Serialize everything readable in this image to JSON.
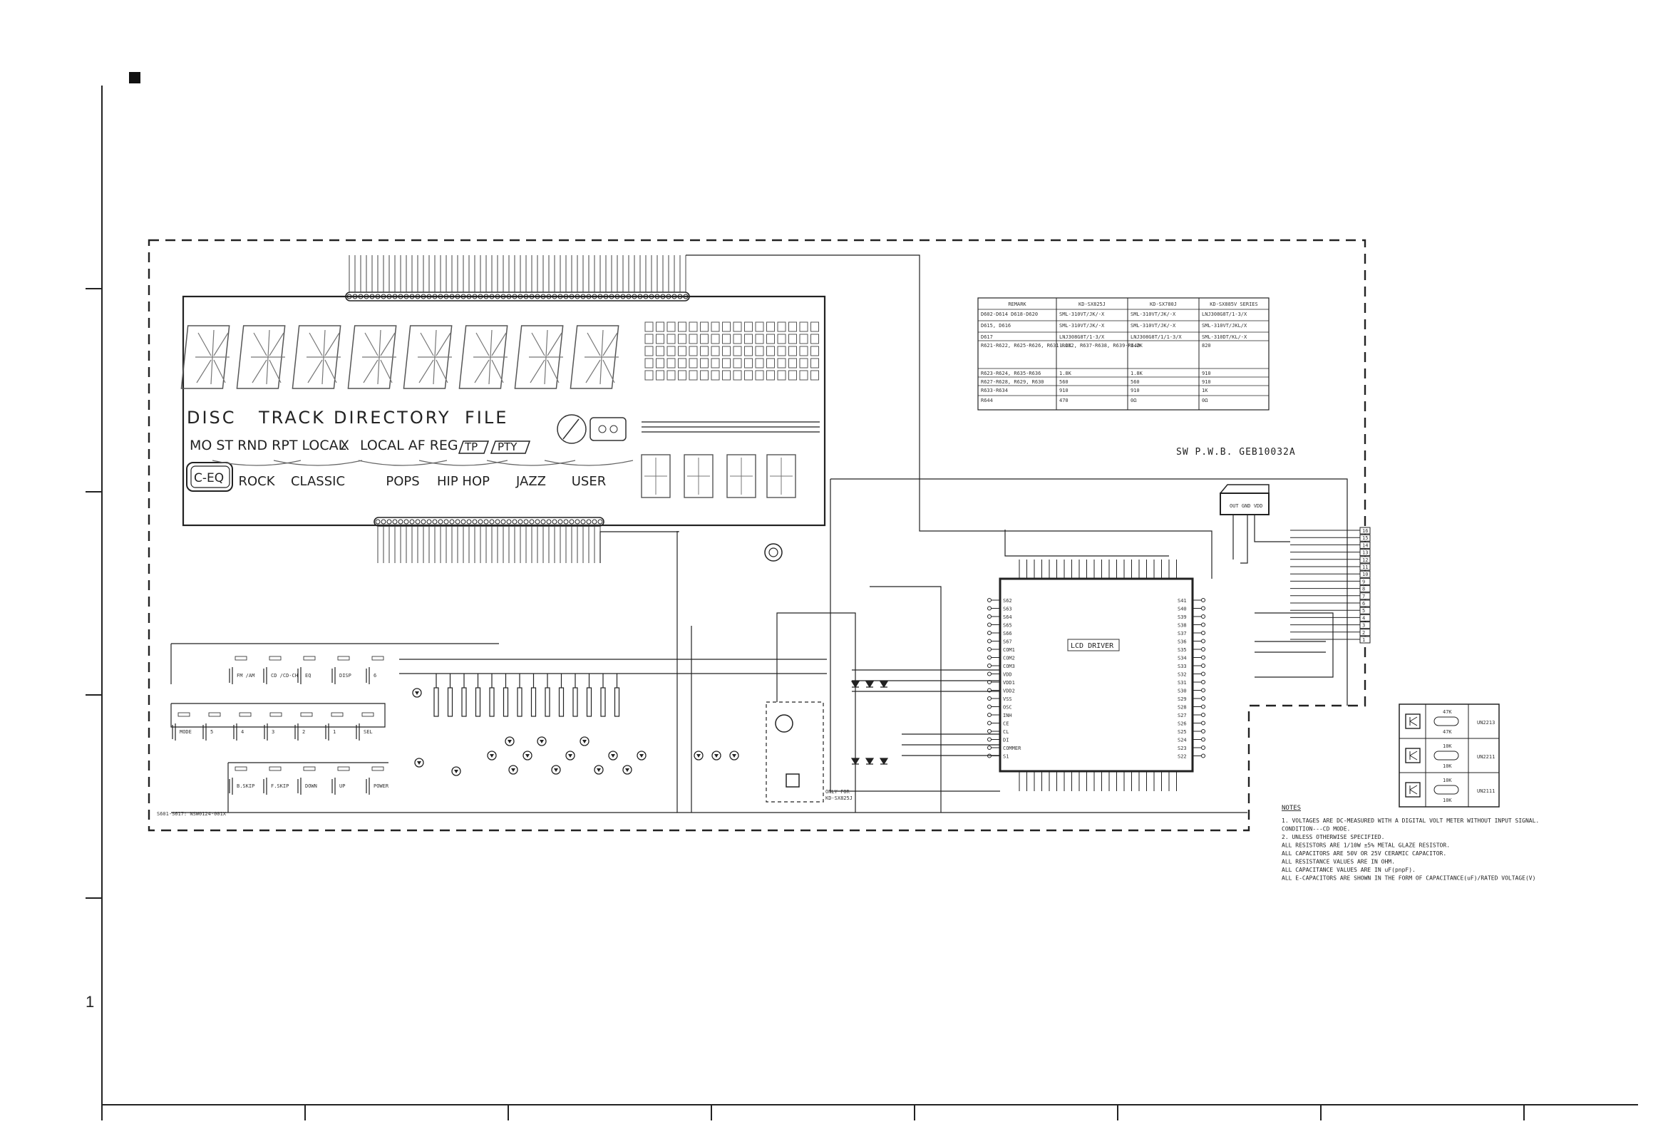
{
  "page": {
    "zone_number": "1"
  },
  "lcd": {
    "labels_row1": [
      "DISC",
      "TRACK",
      "DIRECTORY",
      "FILE"
    ],
    "labels_row2": "MO ST RND RPT LOCAL",
    "labels_row2b": "LOCAL AF REG",
    "badge_tp": "TP",
    "badge_pty": "PTY",
    "ceq": "C-EQ",
    "eq_modes": [
      "ROCK",
      "CLASSIC",
      "POPS",
      "HIP HOP",
      "JAZZ",
      "USER"
    ]
  },
  "table": {
    "headers": [
      "REMARK",
      "KD-SX825J",
      "KD-SX780J",
      "KD-SX885V SERIES"
    ],
    "rows": [
      [
        "D602-D614  D618-D620",
        "SML-310VT/JK/-X",
        "SML-310VT/JK/-X",
        "LNJ308G8T/1-3/X"
      ],
      [
        "D615, D616",
        "SML-310VT/JK/-X",
        "SML-310VT/JK/-X",
        "SML-310VT/JKL/X"
      ],
      [
        "D617",
        "LNJ308G8T/1-3/X",
        "LNJ308G8T/1/1-3/X",
        "SML-310DT/KL/-X"
      ],
      [
        "R621-R622, R625-R626, R631-R632, R637-R638, R639-R640",
        "1.2K",
        "1.2K",
        "820"
      ],
      [
        "R623-R624, R635-R636",
        "1.8K",
        "1.8K",
        "910"
      ],
      [
        "R627-R628, R629, R630",
        "560",
        "560",
        "910"
      ],
      [
        "R633-R634",
        "910",
        "910",
        "1K"
      ],
      [
        "R644",
        "470",
        "0Ω",
        "0Ω"
      ]
    ]
  },
  "pwb_label": "SW P.W.B. GEB10032A",
  "lcd_driver": "LCD DRIVER",
  "transistor_table": {
    "rows": [
      {
        "r1": "47K",
        "r2": "47K",
        "part": "UN2213"
      },
      {
        "r1": "10K",
        "r2": "10K",
        "part": "UN2211"
      },
      {
        "r1": "10K",
        "r2": "10K",
        "part": "UN2111"
      }
    ]
  },
  "switches_row1": [
    "FM /AM",
    "CD /CD-CH",
    "EQ",
    "DISP",
    "6"
  ],
  "switches_row2": [
    "MODE",
    "5",
    "4",
    "3",
    "2",
    "1",
    "SEL"
  ],
  "switches_row3": [
    "B.SKIP",
    "F.SKIP",
    "DOWN",
    "UP",
    "POWER"
  ],
  "switch_ref": "S601-S617:  NSW0124-001X",
  "only_for": "ONLY FOR\nKD-SX825J",
  "driver_pins_left": [
    "S62",
    "S63",
    "S64",
    "S65",
    "S66",
    "S67",
    "COM1",
    "COM2",
    "COM3",
    "VDD",
    "VDD1",
    "VDD2",
    "VSS",
    "OSC",
    "INH",
    "CE",
    "CL",
    "DI",
    "COMMER",
    "S1"
  ],
  "driver_pins_right": [
    "S41",
    "S40",
    "S39",
    "S38",
    "S37",
    "S36",
    "S35",
    "S34",
    "S33",
    "S32",
    "S31",
    "S30",
    "S29",
    "S28",
    "S27",
    "S26",
    "S25",
    "S24",
    "S23",
    "S22"
  ],
  "connector_pins": [
    "16",
    "15",
    "14",
    "13",
    "12",
    "11",
    "10",
    "9",
    "8",
    "7",
    "6",
    "5",
    "4",
    "3",
    "2",
    "1"
  ],
  "notes": {
    "title": "NOTES",
    "lines": [
      "1.  VOLTAGES ARE DC-MEASURED WITH A DIGITAL VOLT METER WITHOUT INPUT SIGNAL.",
      "     CONDITION---CD MODE.",
      "2.  UNLESS OTHERWISE SPECIFIED.",
      "     ALL RESISTORS ARE 1/10W ±5% METAL GLAZE RESISTOR.",
      "     ALL CAPACITORS ARE 50V OR 25V CERAMIC CAPACITOR.",
      "     ALL RESISTANCE VALUES ARE IN OHM.",
      "     ALL CAPACITANCE VALUES ARE IN uF(pnpF).",
      "     ALL E-CAPACITORS ARE SHOWN IN THE FORM OF CAPACITANCE(uF)/RATED VOLTAGE(V)"
    ]
  }
}
